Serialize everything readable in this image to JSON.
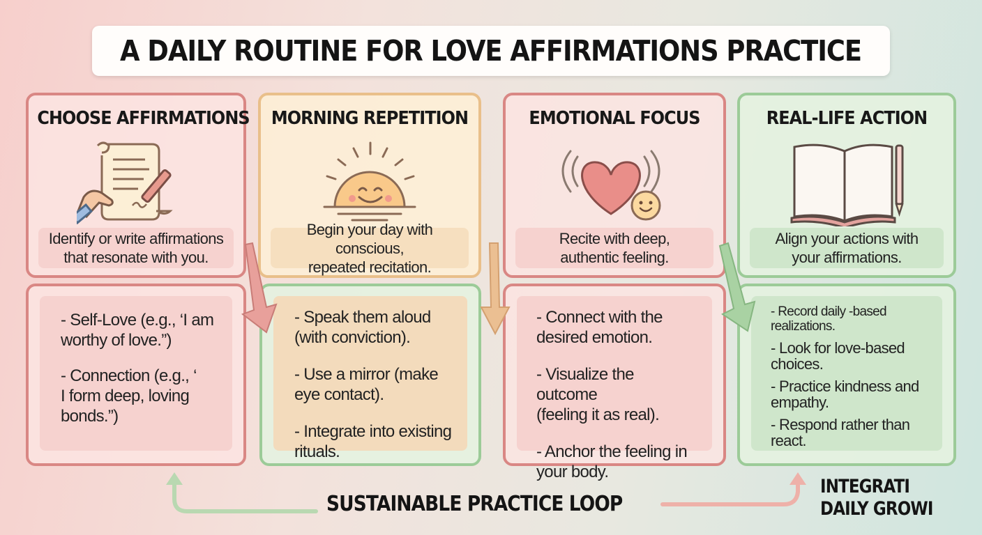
{
  "title": "A DAILY ROUTINE FOR LOVE AFFIRMATIONS PRACTICE",
  "steps": [
    {
      "heading": "CHOOSE AFFIRMATIONS",
      "icon": "scroll-pen-icon",
      "description": "Identify or write affirmations\nthat resonate with you.",
      "details": [
        "- Self-Love (e.g., ‘I am\n  worthy of love.”)",
        "- Connection (e.g., ‘\n  I form deep, loving\n  bonds.”)"
      ]
    },
    {
      "heading": "MORNING REPETITION",
      "icon": "sunrise-icon",
      "description": "Begin your day with conscious,\nrepeated recitation.",
      "details": [
        "- Speak them aloud\n  (with conviction).",
        "- Use a mirror (make\n  eye contact).",
        "- Integrate into existing\n  rituals."
      ]
    },
    {
      "heading": "EMOTIONAL FOCUS",
      "icon": "heart-smiley-icon",
      "description": "Recite with deep,\nauthentic feeling.",
      "details": [
        "- Connect with the\n  desired emotion.",
        "- Visualize the outcome\n  (feeling it as real).",
        "- Anchor the feeling in\n  your body."
      ]
    },
    {
      "heading": "REAL-LIFE ACTION",
      "icon": "open-journal-icon",
      "description": "Align your actions with\nyour affirmations.",
      "details": [
        "- Record   daily -based\n  realizations.",
        "- Look for love-based\n  choices.",
        "- Practice kindness and\n  empathy.",
        "- Respond rather than\n  react."
      ]
    }
  ],
  "footer": "SUSTAINABLE PRACTICE LOOP",
  "corner_label": "INTEGRATI\nDAILY GROWI",
  "colors": {
    "red": "#d98784",
    "orange": "#e9bf8a",
    "green": "#9ccb98"
  }
}
